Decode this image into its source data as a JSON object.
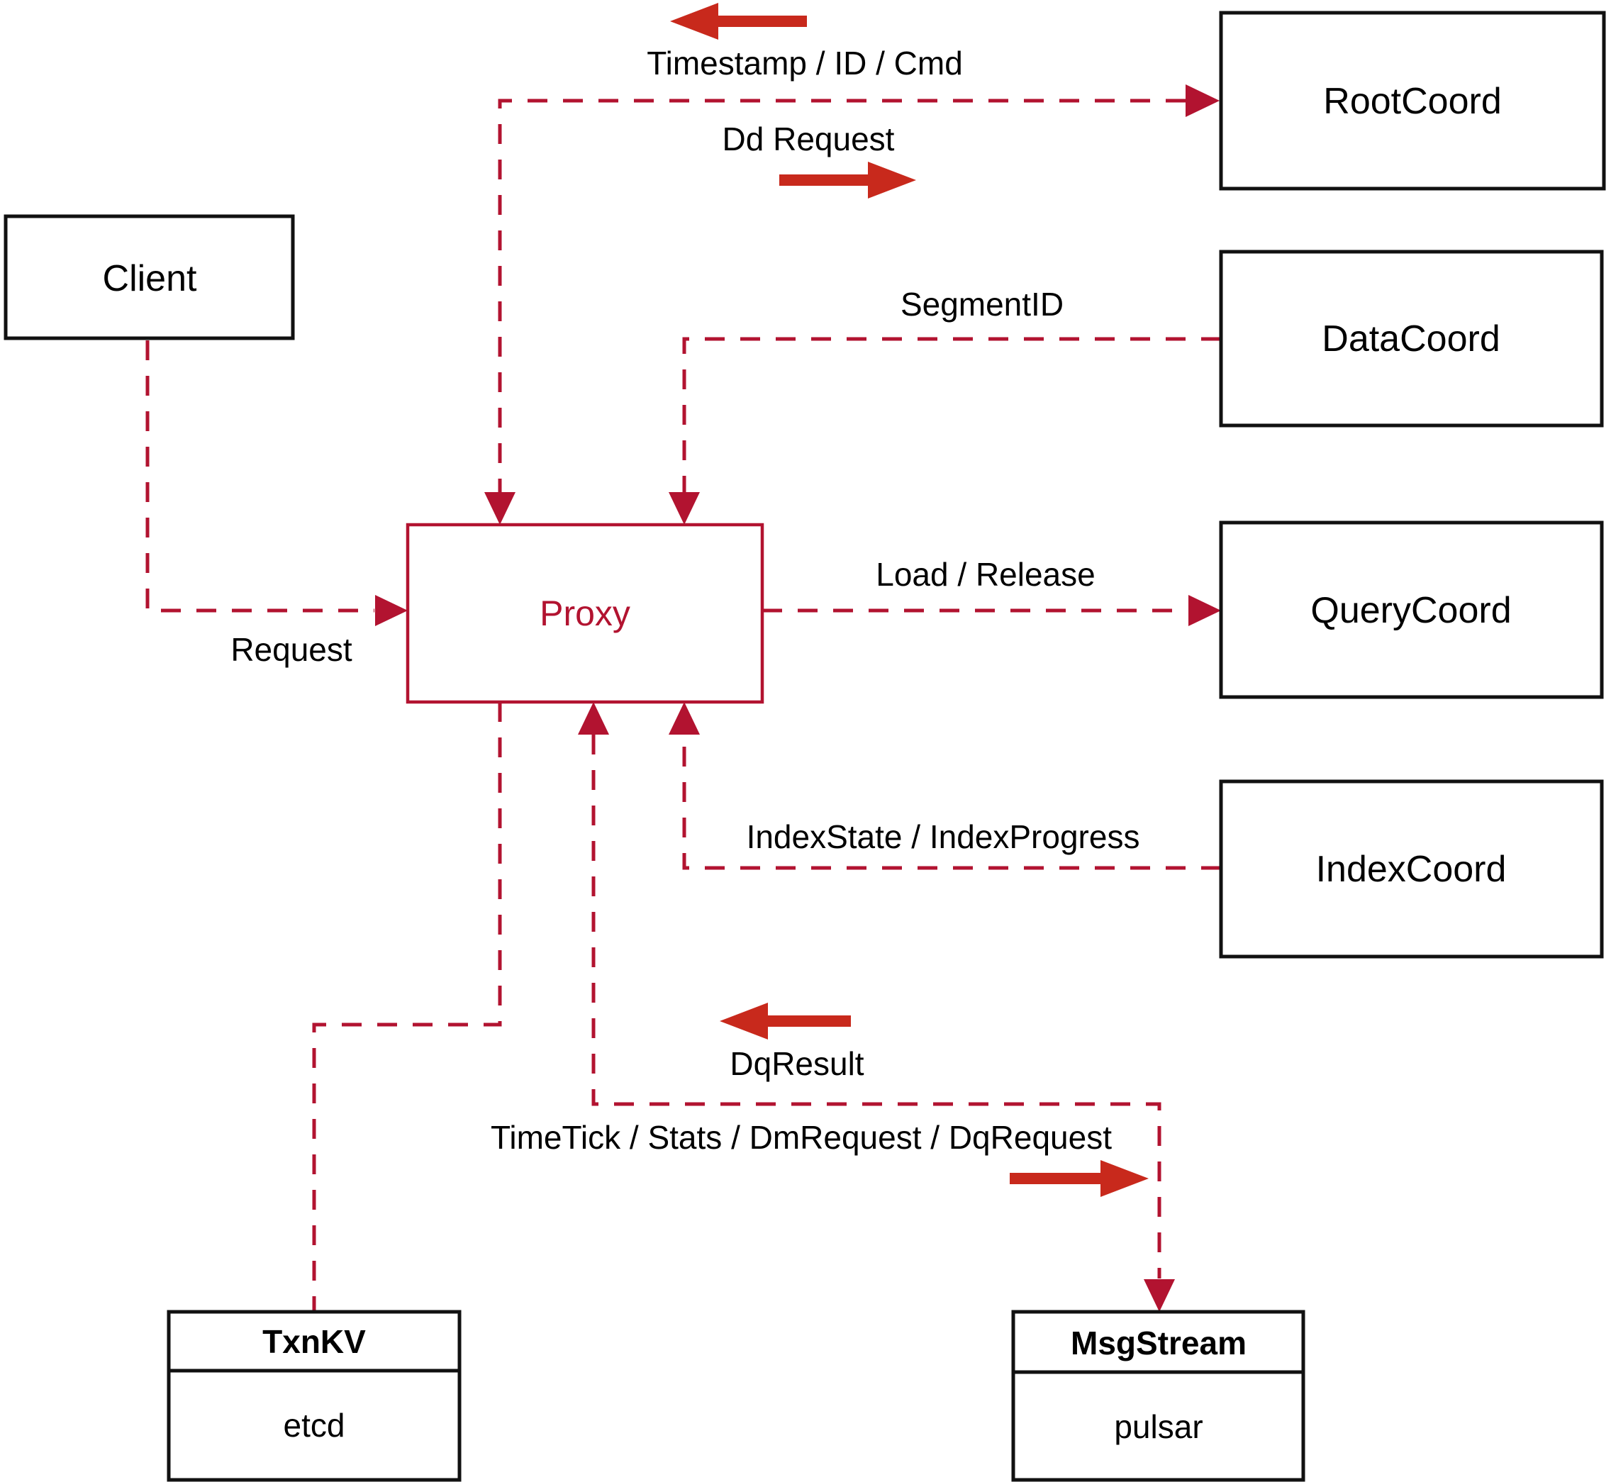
{
  "diagram": {
    "nodes": {
      "client": {
        "label": "Client"
      },
      "proxy": {
        "label": "Proxy"
      },
      "root_coord": {
        "label": "RootCoord"
      },
      "data_coord": {
        "label": "DataCoord"
      },
      "query_coord": {
        "label": "QueryCoord"
      },
      "index_coord": {
        "label": "IndexCoord"
      },
      "txn_kv": {
        "title": "TxnKV",
        "subtitle": "etcd"
      },
      "msg_stream": {
        "title": "MsgStream",
        "subtitle": "pulsar"
      }
    },
    "edges": {
      "timestamp": {
        "label": "Timestamp / ID / Cmd"
      },
      "dd_request": {
        "label": "Dd Request"
      },
      "segment_id": {
        "label": "SegmentID"
      },
      "request": {
        "label": "Request"
      },
      "load_release": {
        "label": "Load / Release"
      },
      "index_state": {
        "label": "IndexState / IndexProgress"
      },
      "dq_result": {
        "label": "DqResult"
      },
      "time_tick": {
        "label": "TimeTick / Stats / DmRequest / DqRequest"
      }
    },
    "colors": {
      "line_red": "#b21330",
      "arrow_red": "#c8291c",
      "box_border": "#111111",
      "text": "#000000",
      "background": "#ffffff"
    }
  }
}
